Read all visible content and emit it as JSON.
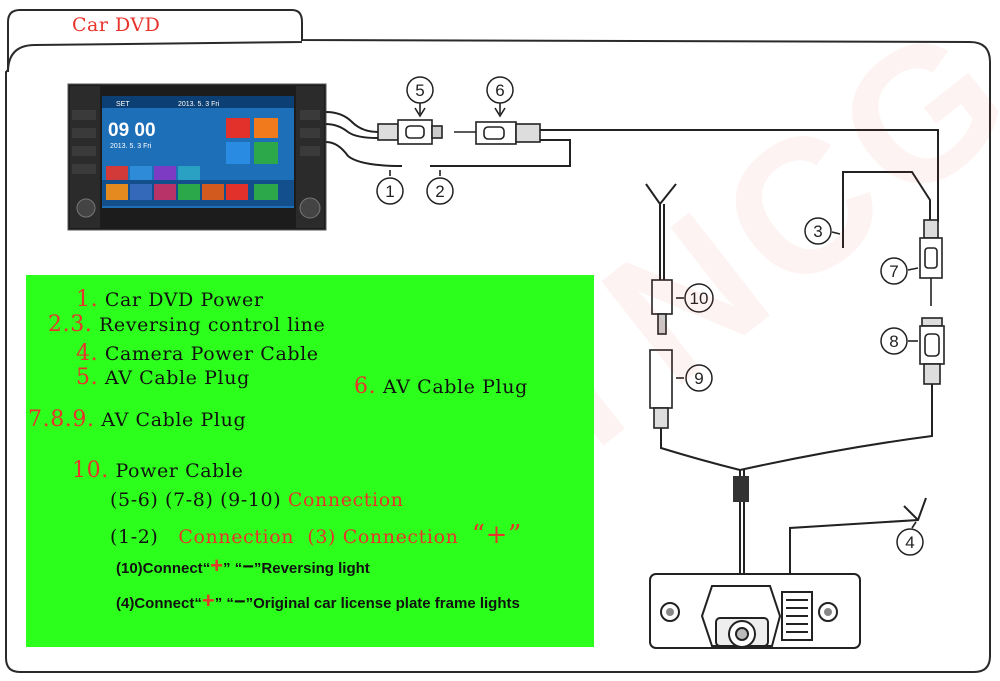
{
  "title": "Car DVD",
  "watermark": "BYNCG",
  "stereo_screen": {
    "status": "SET",
    "date_top": "2013. 5. 3 Fri",
    "clock": "09 00",
    "date_small": "2013. 5. 3 Fri"
  },
  "callouts": [
    "1",
    "2",
    "3",
    "4",
    "5",
    "6",
    "7",
    "8",
    "9",
    "10"
  ],
  "legend": {
    "line1": {
      "num": "1.",
      "text": "Car DVD Power"
    },
    "line2": {
      "num": "2.3.",
      "text": "Reversing control line"
    },
    "line3": {
      "num": "4.",
      "text": "Camera Power Cable"
    },
    "line4": {
      "num": "5.",
      "text": "AV Cable Plug"
    },
    "line5": {
      "num": "6.",
      "text": "AV Cable Plug"
    },
    "line6": {
      "num": "7.8.9.",
      "text": "AV Cable Plug"
    },
    "line7": {
      "num": "10.",
      "text": "Power Cable"
    },
    "line8": {
      "pairs": "(5-6) (7-8) (9-10)",
      "word": "Connection"
    },
    "line9": {
      "pair": "(1-2)",
      "word1": "Connection",
      "three": "(3)",
      "word2": "Connection",
      "plus": "“+”"
    },
    "line10": {
      "prefix": "(10)Connect",
      "q1": "“",
      "plus": "+",
      "q2": "”",
      "q3": "“",
      "minus": "−",
      "suffix": "”Reversing light"
    },
    "line11": {
      "prefix": "(4)Connect",
      "q1": "“",
      "plus": "+",
      "q2": "”",
      "q3": "“",
      "minus": "−",
      "suffix": "”Original car license plate frame lights"
    }
  }
}
